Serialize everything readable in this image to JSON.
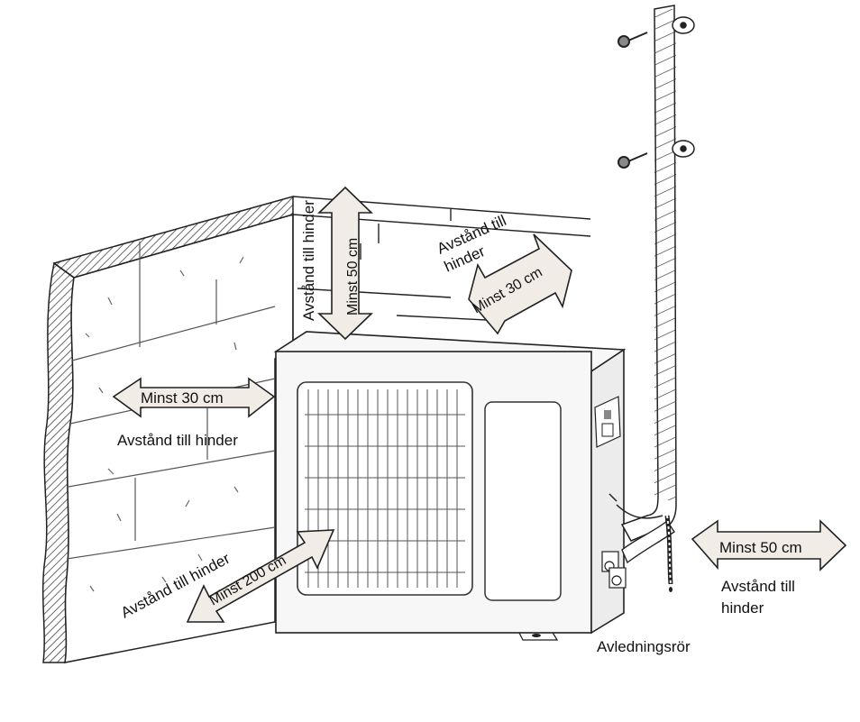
{
  "labels": {
    "top_distance": "Avstånd till hinder",
    "top_min": "Minst 50 cm",
    "back_distance_line1": "Avstånd till",
    "back_distance_line2": "hinder",
    "back_min": "Minst 30 cm",
    "left_min": "Minst 30 cm",
    "left_distance": "Avstånd till hinder",
    "front_distance": "Avstånd till hinder",
    "front_min": "Minst 200 cm",
    "right_min": "Minst 50 cm",
    "right_distance_line1": "Avstånd till",
    "right_distance_line2": "hinder",
    "drain": "Avledningsrör"
  },
  "colors": {
    "line": "#222222",
    "arrow_fill": "#f1ede6",
    "unit_fill": "#f7f7f7",
    "panel_fill": "#ececec",
    "grille": "#555555",
    "hatch": "#444444"
  }
}
